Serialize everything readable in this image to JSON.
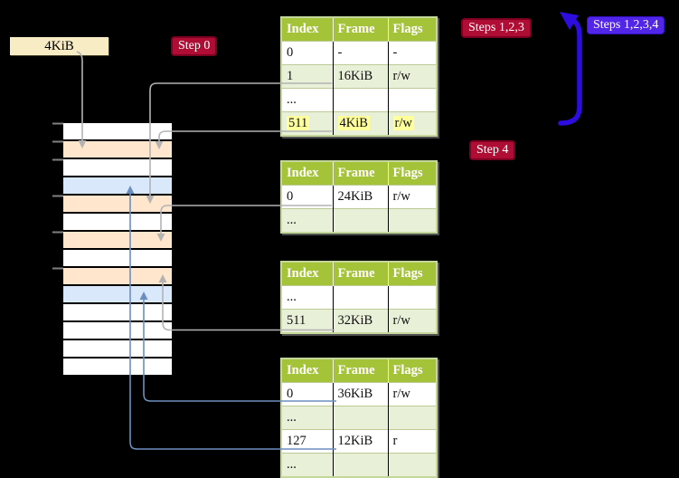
{
  "colors": {
    "background": "#000000",
    "label_bg": "#f8ecc5",
    "badge_red_bg": "#b00d35",
    "badge_red_border": "#7c0022",
    "badge_blue_bg": "#5126e9",
    "table_header_bg": "#a5c339",
    "table_border": "#c6d79c",
    "table_alt_row_bg": "#e9f0d8",
    "highlight_bg": "#ffff9c",
    "memory_orange": "#ffe6cc",
    "memory_blue": "#dae8fc",
    "arrow_gray": "#b3b3b3",
    "arrow_blue": "#6c8ebf",
    "big_arrow_blue": "#2d0ce0",
    "tick_gray": "#808080"
  },
  "frame_label": {
    "text": "4KiB"
  },
  "badges": {
    "step0": "Step 0",
    "steps123": "Steps 1,2,3",
    "steps1234": "Steps 1,2,3,4",
    "step4": "Step 4"
  },
  "memory": {
    "rows": [
      "white",
      "orange",
      "white",
      "blue",
      "orange",
      "white",
      "orange",
      "white",
      "orange",
      "blue",
      "white",
      "white",
      "white",
      "white"
    ]
  },
  "tables": [
    {
      "headers": [
        "Index",
        "Frame",
        "Flags"
      ],
      "rows": [
        {
          "cells": [
            "0",
            "-",
            "-"
          ],
          "shaded": false,
          "highlight": false
        },
        {
          "cells": [
            "1",
            "16KiB",
            "r/w"
          ],
          "shaded": true,
          "highlight": false
        },
        {
          "cells": [
            "...",
            "",
            ""
          ],
          "shaded": false,
          "highlight": false
        },
        {
          "cells": [
            "511",
            "4KiB",
            "r/w"
          ],
          "shaded": true,
          "highlight": true
        }
      ]
    },
    {
      "headers": [
        "Index",
        "Frame",
        "Flags"
      ],
      "rows": [
        {
          "cells": [
            "0",
            "24KiB",
            "r/w"
          ],
          "shaded": false,
          "highlight": false
        },
        {
          "cells": [
            "...",
            "",
            ""
          ],
          "shaded": true,
          "highlight": false
        }
      ]
    },
    {
      "headers": [
        "Index",
        "Frame",
        "Flags"
      ],
      "rows": [
        {
          "cells": [
            "...",
            "",
            ""
          ],
          "shaded": false,
          "highlight": false
        },
        {
          "cells": [
            "511",
            "32KiB",
            "r/w"
          ],
          "shaded": true,
          "highlight": false
        }
      ]
    },
    {
      "headers": [
        "Index",
        "Frame",
        "Flags"
      ],
      "rows": [
        {
          "cells": [
            "0",
            "36KiB",
            "r/w"
          ],
          "shaded": false,
          "highlight": false
        },
        {
          "cells": [
            "...",
            "",
            ""
          ],
          "shaded": true,
          "highlight": false
        },
        {
          "cells": [
            "127",
            "12KiB",
            "r"
          ],
          "shaded": false,
          "highlight": false
        },
        {
          "cells": [
            "...",
            "",
            ""
          ],
          "shaded": true,
          "highlight": false
        }
      ]
    }
  ],
  "connections": [
    {
      "from": "frame-label-4kib",
      "to": "memory-row-2",
      "color": "gray"
    },
    {
      "from": "table-1-row-1-16kib",
      "to": "memory-row-5",
      "color": "gray"
    },
    {
      "from": "table-1-row-511-4kib",
      "to": "memory-row-2",
      "color": "gray"
    },
    {
      "from": "table-2-row-0-24kib",
      "to": "memory-row-7",
      "color": "gray"
    },
    {
      "from": "table-3-row-511-32kib",
      "to": "memory-row-9",
      "color": "gray"
    },
    {
      "from": "table-4-row-0-36kib",
      "to": "memory-row-10",
      "color": "blue"
    },
    {
      "from": "table-4-row-127-12kib",
      "to": "memory-row-4",
      "color": "blue"
    },
    {
      "from": "table-4-bottom",
      "to": "table-1-top",
      "color": "indigo"
    }
  ]
}
